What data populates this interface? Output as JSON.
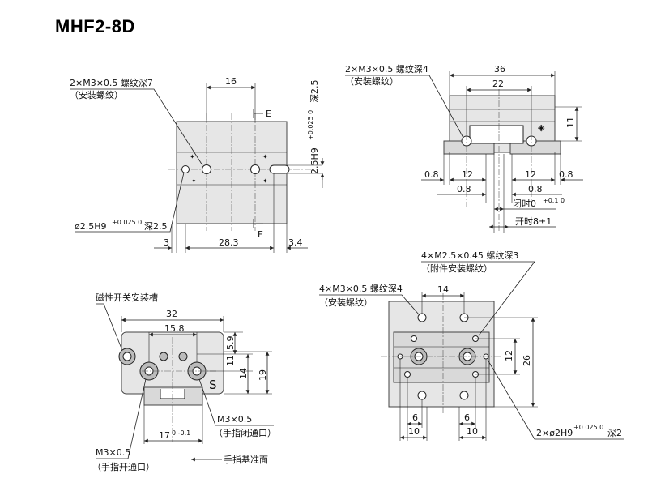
{
  "title": "MHF2-8D",
  "top_left": {
    "callout_thread": "2×M3×0.5 螺纹深7",
    "callout_thread_note": "（安装螺纹）",
    "dim_16": "16",
    "section_e_top": "E",
    "section_e_bottom": "E",
    "callout_pin": "ø2.5H9",
    "callout_pin_tol": "+0.025 0",
    "callout_pin_depth": "深2.5",
    "side_label": "2.5H9",
    "side_label_tol": "+0.025 0",
    "side_label_depth": "深2.5",
    "dim_3": "3",
    "dim_28_3": "28.3",
    "dim_3_4": "3.4"
  },
  "top_right": {
    "callout_thread": "2×M3×0.5 螺纹深4",
    "callout_thread_note": "（安装螺纹）",
    "dim_36": "36",
    "dim_22": "22",
    "dim_11": "11",
    "dim_0_8_left": "0.8",
    "dim_12_left": "12",
    "dim_12_right": "12",
    "dim_0_8_right": "0.8",
    "dim_0_8_inner_left": "0.8",
    "dim_0_8_inner_right": "0.8",
    "closed_label": "闭时0",
    "closed_tol": "+0.1 0",
    "open_label": "开时8±1"
  },
  "bottom_left": {
    "switch_groove": "磁性开关安装槽",
    "dim_32": "32",
    "dim_15_8": "15.8",
    "dim_5_9": "5.9",
    "dim_11": "11",
    "dim_14": "14",
    "dim_19": "19",
    "port_s": "S",
    "dim_17": "17",
    "dim_17_tol": "0 -0.1",
    "port_close": "M3×0.5",
    "port_close_note": "（手指闭通口）",
    "port_open": "M3×0.5",
    "port_open_note": "（手指开通口）",
    "finger_ref": "手指基准面"
  },
  "bottom_right": {
    "callout_attach": "4×M2.5×0.45 螺纹深3",
    "callout_attach_note": "（附件安装螺纹）",
    "callout_mount": "4×M3×0.5 螺纹深4",
    "callout_mount_note": "（安装螺纹）",
    "dim_14": "14",
    "dim_26": "26",
    "dim_12": "12",
    "dim_6_left": "6",
    "dim_10_left": "10",
    "dim_6_right": "6",
    "dim_10_right": "10",
    "callout_pin": "2×ø2H9",
    "callout_pin_tol": "+0.025 0",
    "callout_pin_depth": "深2"
  }
}
